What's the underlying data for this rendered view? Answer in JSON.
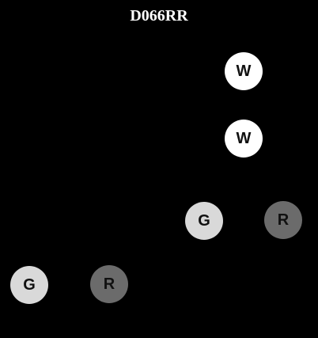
{
  "title": "D066RR",
  "colors": {
    "background": "#000000",
    "W": "#ffffff",
    "G": "#d9d9d9",
    "R": "#6b6b6b"
  },
  "nodes": [
    {
      "label": "W",
      "kind": "W"
    },
    {
      "label": "W",
      "kind": "W"
    },
    {
      "label": "G",
      "kind": "G"
    },
    {
      "label": "R",
      "kind": "R"
    },
    {
      "label": "G",
      "kind": "G"
    },
    {
      "label": "R",
      "kind": "R"
    }
  ]
}
